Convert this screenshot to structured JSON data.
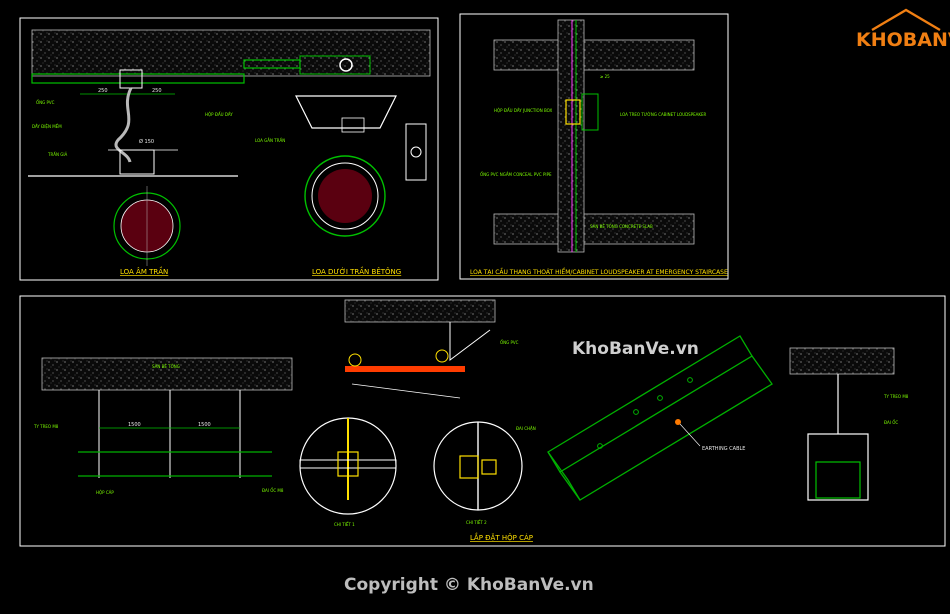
{
  "brand": {
    "logo_text": "KHOBANVE",
    "watermark_center": "KhoBanVe.vn",
    "copyright": "Copyright © KhoBanVe.vn"
  },
  "colors": {
    "background": "#000000",
    "frame": "#ffffff",
    "concrete": "#b9b9b9",
    "pipe_green": "#00c000",
    "label_green": "#7CFC00",
    "title_yellow": "#ffe000",
    "speaker_red": "#5a0010",
    "accent_orange": "#ff7a00",
    "logo_orange": "#f07f13",
    "tray_green": "#00b000"
  },
  "panels": {
    "ceiling_speaker": {
      "title_left": "LOA ÂM TRẦN",
      "title_right": "LOA DƯỚI TRẦN BÊTÔNG",
      "labels": [
        "ỐNG PVC",
        "TRẦN GIẢ",
        "Ø 150",
        "LOA GẮN TRẦN",
        "HỘP ĐẤU DÂY",
        "DÂY ĐIỆN MỀM",
        "250",
        "250"
      ]
    },
    "staircase": {
      "title": "LOA TẠI CẦU THANG THOÁT HIỂM/CABINET LOUDSPEAKER AT EMERGENCY STAIRCASE",
      "labels": [
        "HỘP ĐẤU DÂY JUNCTION BOX",
        "LOA TREO TƯỜNG CABINET LOUDSPEAKER",
        "ỐNG PVC NGẦM CONCEAL PVC PIPE",
        "SÀN BÊ TÔNG CONCRETE SLAB"
      ]
    },
    "cable_tray": {
      "title": "LẮP ĐẶT HỘP CÁP",
      "earthing_cable": "EARTHING CABLE",
      "detail_1": "CHI TIẾT 1",
      "detail_2": "CHI TIẾT 2",
      "dim_1": "1500",
      "dim_2": "1500",
      "labels": [
        "SÀN BÊ TÔNG",
        "TY TREO M8",
        "HỘP CÁP",
        "ĐAI ỐC",
        "ỐNG PVC",
        "ĐAI CHẶN",
        "ĐAI ỐC M8"
      ]
    }
  }
}
